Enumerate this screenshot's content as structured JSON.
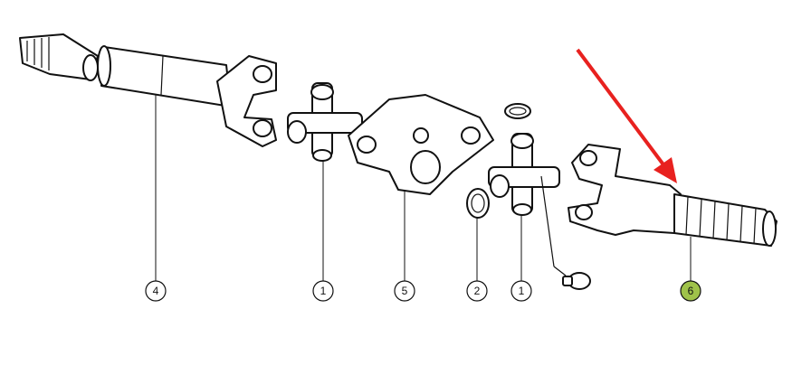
{
  "diagram": {
    "callouts": [
      {
        "id": "c4",
        "label": "4",
        "highlighted": false
      },
      {
        "id": "c1a",
        "label": "1",
        "highlighted": false
      },
      {
        "id": "c5",
        "label": "5",
        "highlighted": false
      },
      {
        "id": "c2",
        "label": "2",
        "highlighted": false
      },
      {
        "id": "c1b",
        "label": "1",
        "highlighted": false
      },
      {
        "id": "c6",
        "label": "6",
        "highlighted": true
      }
    ],
    "colors": {
      "highlight": "#9fc24a",
      "arrow": "#e8211f",
      "line": "#111111"
    }
  }
}
